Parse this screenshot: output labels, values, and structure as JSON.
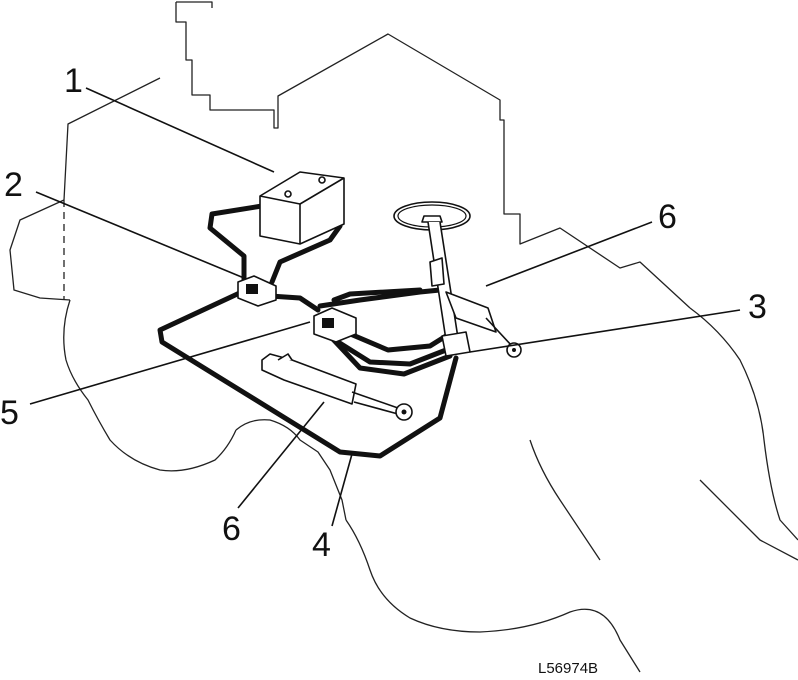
{
  "diagram": {
    "callouts": {
      "c1": "1",
      "c2": "2",
      "c3": "3",
      "c4": "4",
      "c5": "5",
      "c6a": "6",
      "c6b": "6"
    },
    "figure_code": "L56974B"
  }
}
